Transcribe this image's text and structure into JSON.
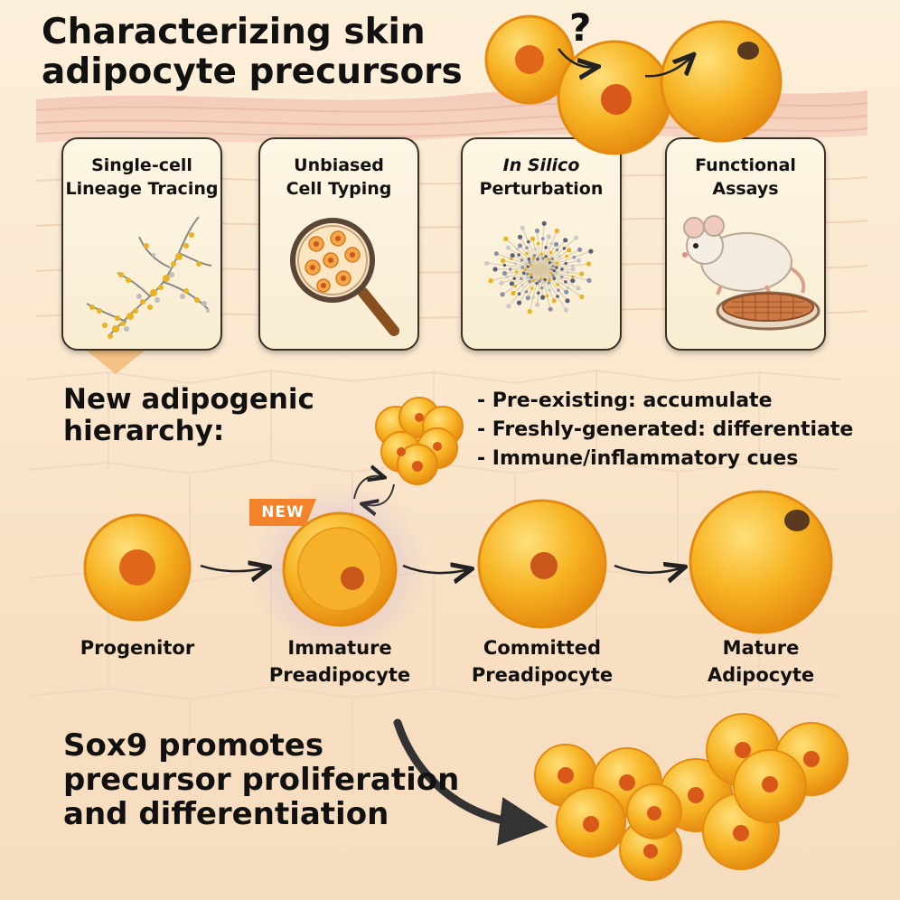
{
  "title": {
    "line1": "Characterizing skin",
    "line2": "adipocyte precursors"
  },
  "question_mark": "?",
  "methods": [
    {
      "line1": "Single-cell",
      "line2": "Lineage Tracing",
      "icon": "lineage-tree-icon"
    },
    {
      "line1": "Unbiased",
      "line2": "Cell Typing",
      "icon": "magnifying-glass-icon"
    },
    {
      "line1": "In Silico",
      "line2": "Perturbation",
      "icon": "network-burst-icon"
    },
    {
      "line1": "Functional",
      "line2": "Assays",
      "icon": "mouse-petri-dish-icon"
    }
  ],
  "hierarchy": {
    "title_line1": "New adipogenic",
    "title_line2": "hierarchy:",
    "bullets": [
      "- Pre-existing: accumulate",
      "- Freshly-generated: differentiate",
      "- Immune/inflammatory cues"
    ],
    "badge": "NEW",
    "stages": [
      {
        "line1": "Progenitor",
        "line2": ""
      },
      {
        "line1": "Immature",
        "line2": "Preadipocyte"
      },
      {
        "line1": "Committed",
        "line2": "Preadipocyte"
      },
      {
        "line1": "Mature",
        "line2": "Adipocyte"
      }
    ]
  },
  "conclusion": {
    "line1": "Sox9 promotes",
    "line2": "precursor proliferation",
    "line3": "and differentiation"
  },
  "colors": {
    "cell_fill": "#f7b423",
    "cell_edge": "#e58a10",
    "nucleus": "#e0661a",
    "badge": "#f2832a",
    "background": "#fbe8cf"
  }
}
